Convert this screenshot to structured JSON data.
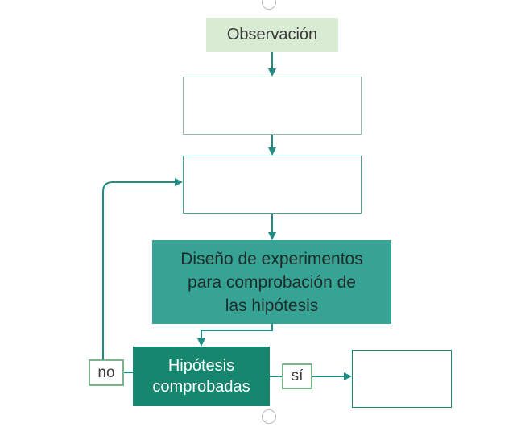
{
  "diagram": {
    "nodes": {
      "observacion": "Observación",
      "diseno": "Diseño de experimentos\npara comprobación de\nlas hipótesis",
      "hipotesis": "Hipótesis\ncomprobadas"
    },
    "labels": {
      "no": "no",
      "si": "sí"
    },
    "colors": {
      "observacion_fill": "#d8ebd3",
      "diseno_fill": "#36a394",
      "hipotesis_fill": "#16866f",
      "arrow": "#1f8f86"
    }
  }
}
